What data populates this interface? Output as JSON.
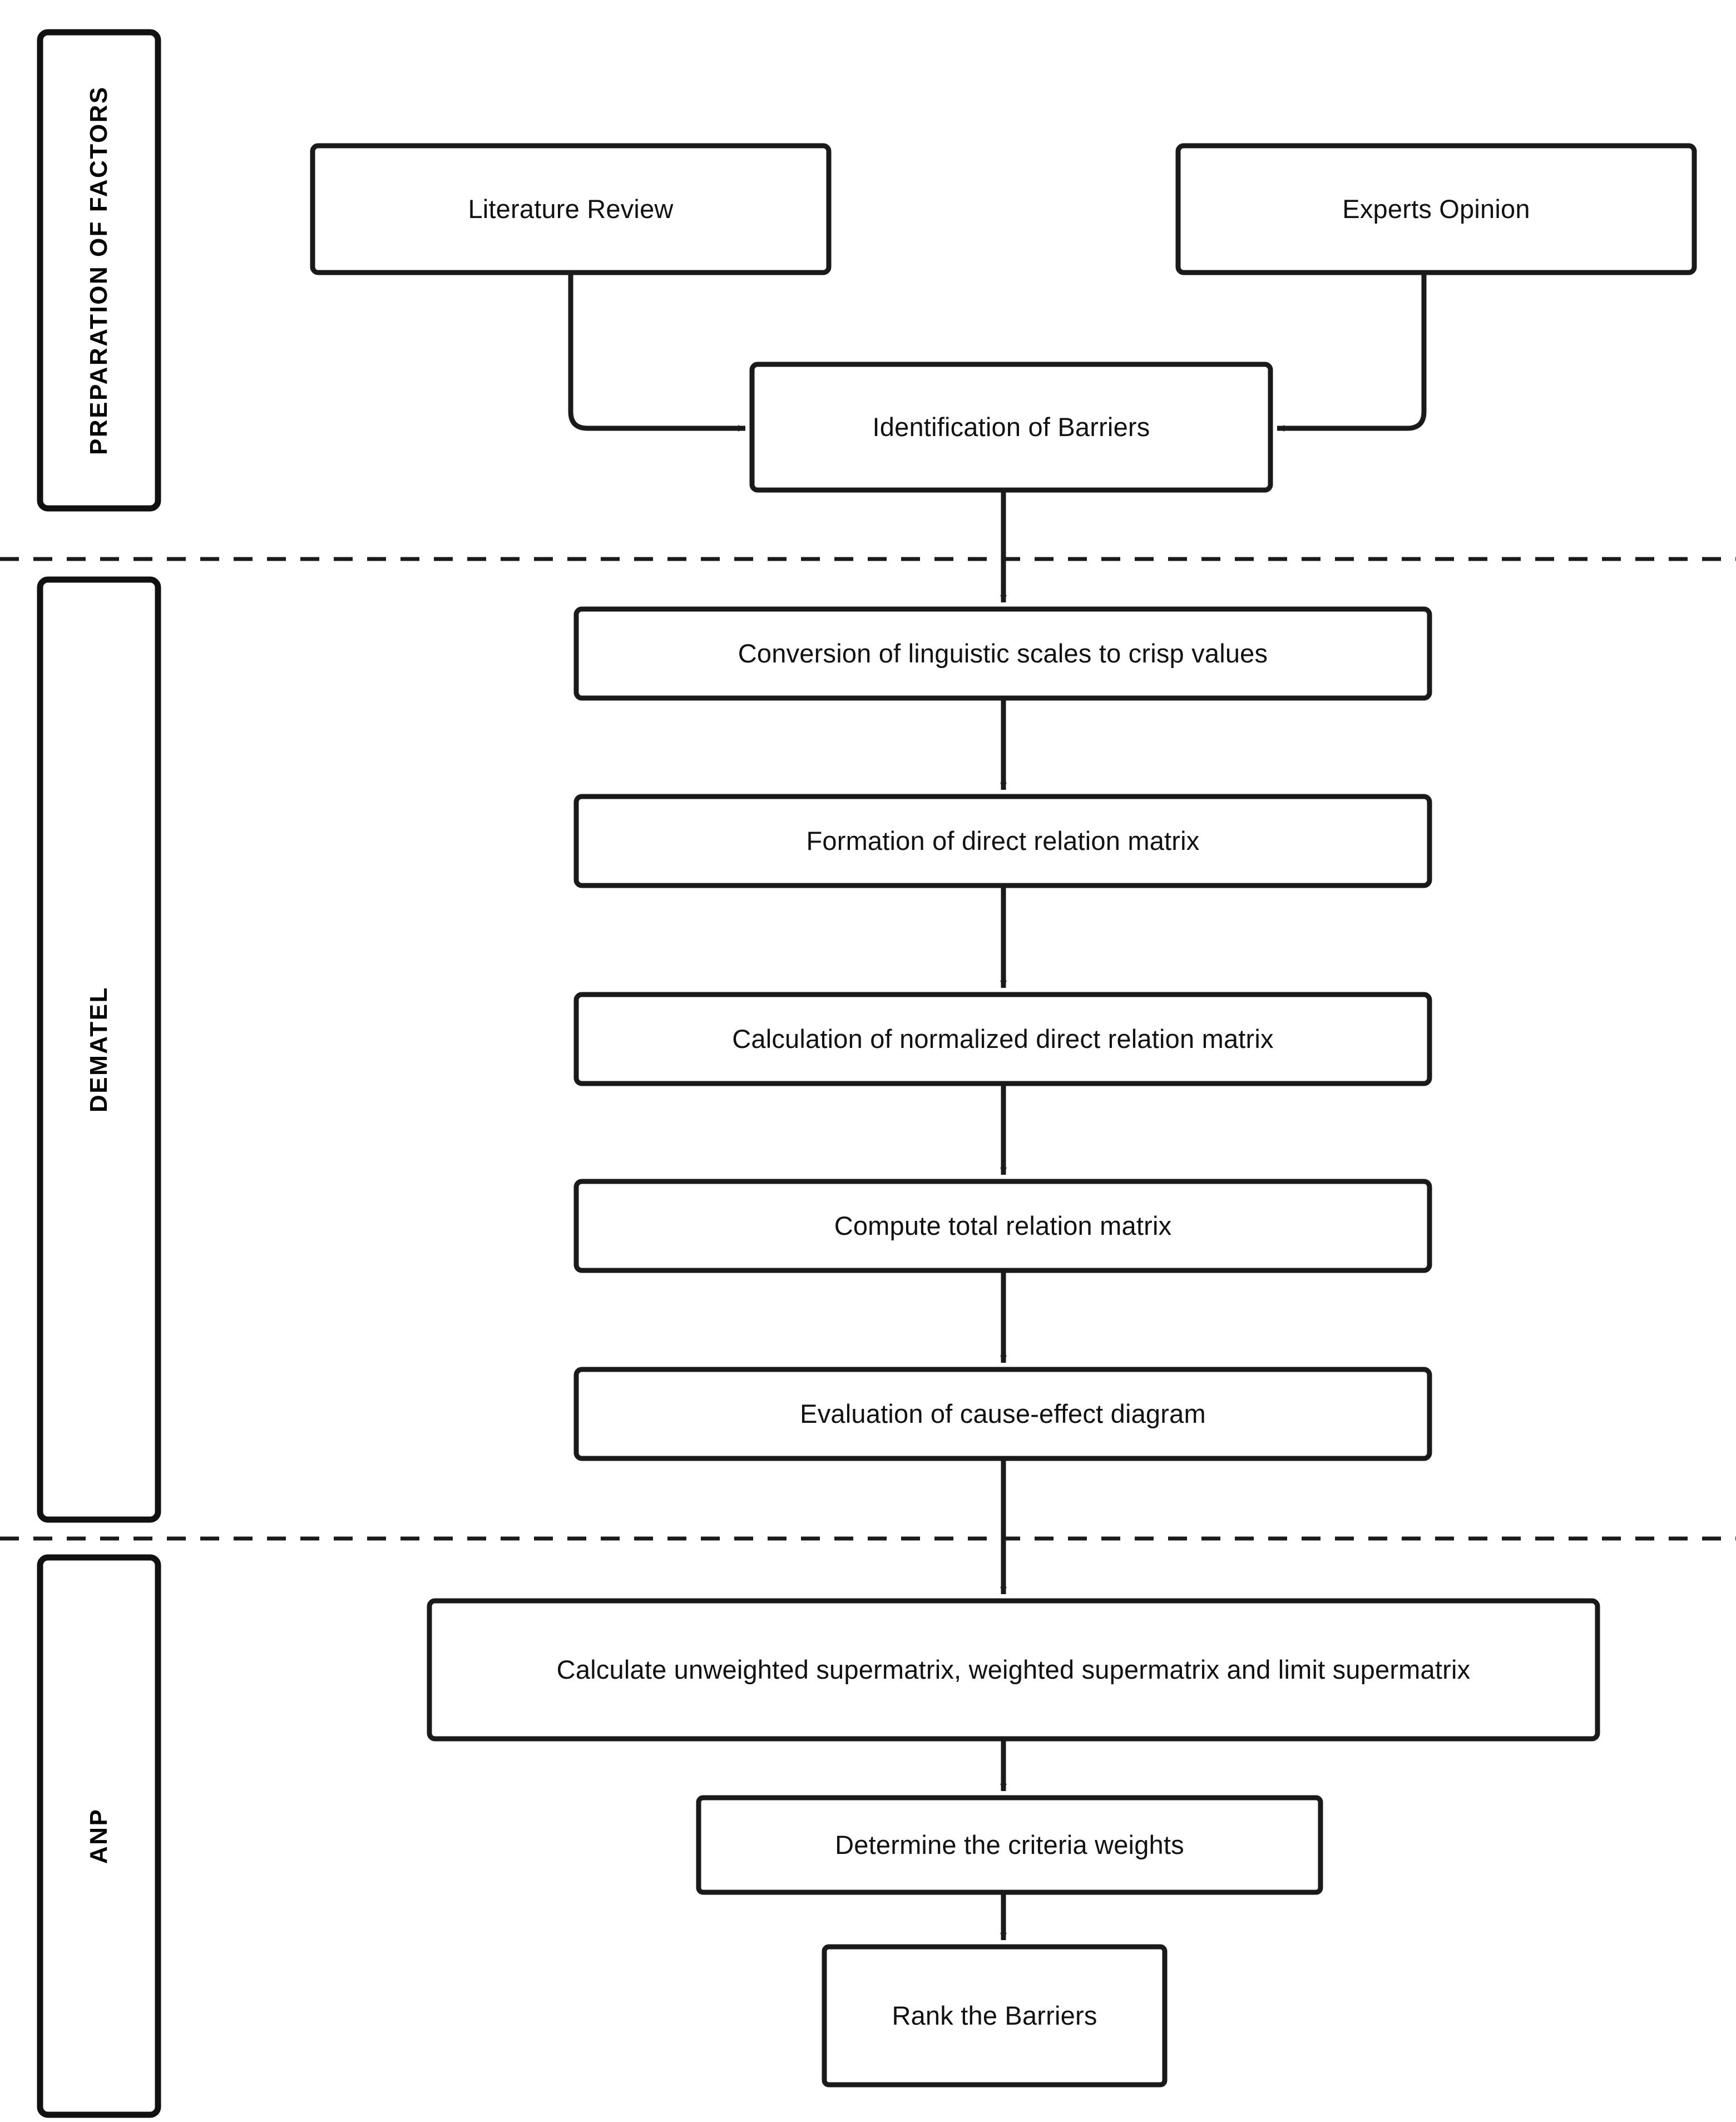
{
  "diagram": {
    "title": "DEMATEL-ANP methodology flowchart",
    "stroke_color": "#1a1a1a",
    "fill_color": "#ffffff",
    "separator_style": "dashed"
  },
  "phases": [
    {
      "id": "preparation",
      "label": "PREPARATION OF FACTORS"
    },
    {
      "id": "dematel",
      "label": "DEMATEL"
    },
    {
      "id": "anp",
      "label": "ANP"
    }
  ],
  "nodes": [
    {
      "id": "literature-review",
      "label": "Literature Review",
      "phase": "preparation"
    },
    {
      "id": "experts-opinion",
      "label": "Experts Opinion",
      "phase": "preparation"
    },
    {
      "id": "identification",
      "label": "Identification of Barriers",
      "phase": "preparation"
    },
    {
      "id": "conversion",
      "label": "Conversion of linguistic scales to crisp values",
      "phase": "dematel"
    },
    {
      "id": "formation",
      "label": "Formation of direct relation matrix",
      "phase": "dematel"
    },
    {
      "id": "normalized",
      "label": "Calculation of normalized direct relation matrix",
      "phase": "dematel"
    },
    {
      "id": "total-relation",
      "label": "Compute total relation matrix",
      "phase": "dematel"
    },
    {
      "id": "cause-effect",
      "label": "Evaluation of cause-effect diagram",
      "phase": "dematel"
    },
    {
      "id": "supermatrix",
      "label": "Calculate unweighted supermatrix, weighted supermatrix and limit supermatrix",
      "phase": "anp"
    },
    {
      "id": "criteria-weights",
      "label": "Determine the criteria weights",
      "phase": "anp"
    },
    {
      "id": "rank-barriers",
      "label": "Rank the Barriers",
      "phase": "anp"
    }
  ],
  "edges": [
    {
      "from": "literature-review",
      "to": "identification",
      "kind": "elbow-right"
    },
    {
      "from": "experts-opinion",
      "to": "identification",
      "kind": "elbow-left"
    },
    {
      "from": "identification",
      "to": "conversion",
      "kind": "straight-down"
    },
    {
      "from": "conversion",
      "to": "formation",
      "kind": "straight-down"
    },
    {
      "from": "formation",
      "to": "normalized",
      "kind": "straight-down"
    },
    {
      "from": "normalized",
      "to": "total-relation",
      "kind": "straight-down"
    },
    {
      "from": "total-relation",
      "to": "cause-effect",
      "kind": "straight-down"
    },
    {
      "from": "cause-effect",
      "to": "supermatrix",
      "kind": "straight-down"
    },
    {
      "from": "supermatrix",
      "to": "criteria-weights",
      "kind": "straight-down"
    },
    {
      "from": "criteria-weights",
      "to": "rank-barriers",
      "kind": "straight-down"
    }
  ]
}
